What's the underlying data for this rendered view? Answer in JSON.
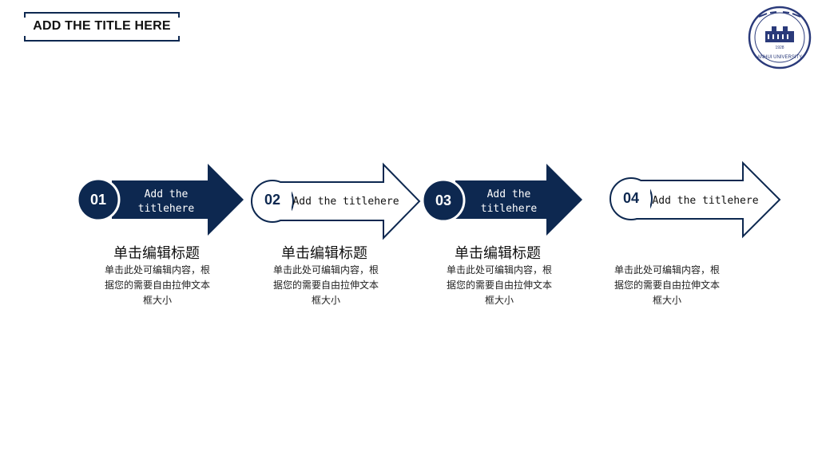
{
  "header": {
    "title": "ADD THE TITLE HERE"
  },
  "colors": {
    "primary": "#0d2850",
    "text": "#222222"
  },
  "logo": {
    "icon": "university-seal-icon",
    "text": "ANHUI UNIVERSITY",
    "year": "1928"
  },
  "steps": [
    {
      "number": "01",
      "label_line1": "Add the",
      "label_line2": "titlehere",
      "heading": "单击编辑标题",
      "desc_line1": "单击此处可编辑内容，根",
      "desc_line2": "据您的需要自由拉伸文本",
      "desc_line3": "框大小",
      "style": "filled"
    },
    {
      "number": "02",
      "label_line1": "Add the titlehere",
      "label_line2": "",
      "heading": "单击编辑标题",
      "desc_line1": "单击此处可编辑内容，根",
      "desc_line2": "据您的需要自由拉伸文本",
      "desc_line3": "框大小",
      "style": "outline"
    },
    {
      "number": "03",
      "label_line1": "Add the",
      "label_line2": "titlehere",
      "heading": "单击编辑标题",
      "desc_line1": "单击此处可编辑内容，根",
      "desc_line2": "据您的需要自由拉伸文本",
      "desc_line3": "框大小",
      "style": "filled"
    },
    {
      "number": "04",
      "label_line1": "Add the titlehere",
      "label_line2": "",
      "heading": "",
      "desc_line1": "单击此处可编辑内容，根",
      "desc_line2": "据您的需要自由拉伸文本",
      "desc_line3": "框大小",
      "style": "outline"
    }
  ]
}
